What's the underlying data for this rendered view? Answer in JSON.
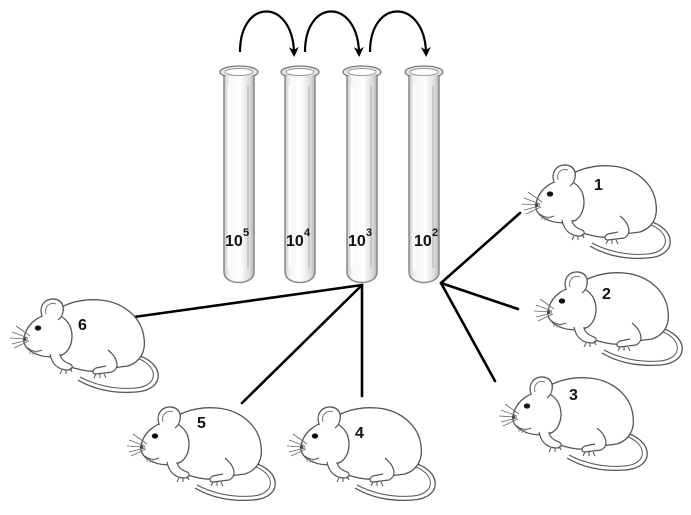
{
  "tubes": [
    {
      "base": "10",
      "exp": "5"
    },
    {
      "base": "10",
      "exp": "4"
    },
    {
      "base": "10",
      "exp": "3"
    },
    {
      "base": "10",
      "exp": "2"
    }
  ],
  "mice": [
    {
      "label": "1"
    },
    {
      "label": "2"
    },
    {
      "label": "3"
    },
    {
      "label": "4"
    },
    {
      "label": "5"
    },
    {
      "label": "6"
    }
  ],
  "colors": {
    "line": "#000000",
    "outline": "#555555",
    "tube_fill": "#f2f2f2"
  }
}
